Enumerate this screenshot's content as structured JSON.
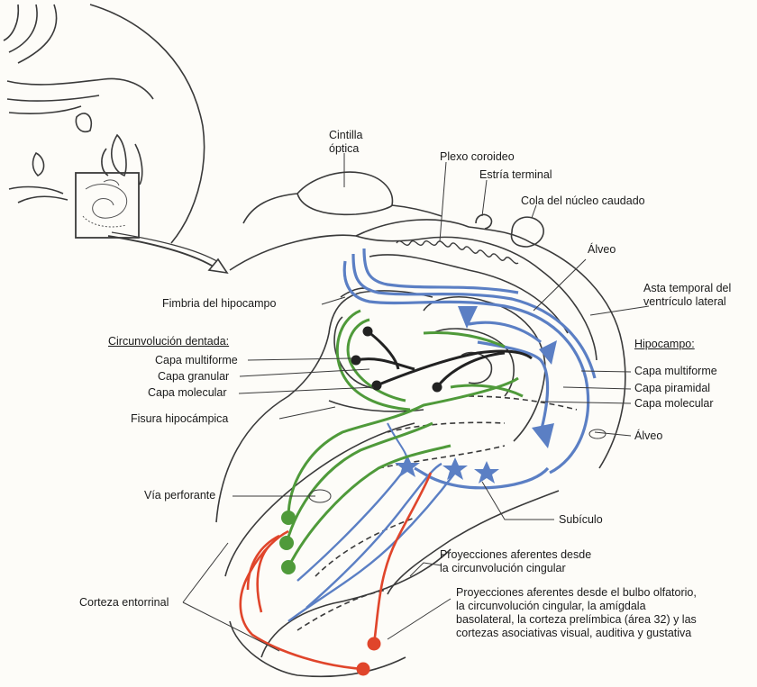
{
  "labels": {
    "cintilla_optica": "Cintilla\nóptica",
    "plexo_coroideo": "Plexo coroideo",
    "estria_terminal": "Estría terminal",
    "cola_nucleo_caudado": "Cola del núcleo caudado",
    "alveo_top": "Álveo",
    "asta_temporal": "Asta temporal del\nventrículo lateral",
    "fimbria": "Fimbria del hipocampo",
    "circunvolucion_dentada": "Circunvolución dentada:",
    "dg_capa_multiforme": "Capa multiforme",
    "dg_capa_granular": "Capa granular",
    "dg_capa_molecular": "Capa molecular",
    "fisura_hipocampica": "Fisura hipocámpica",
    "hipocampo": "Hipocampo:",
    "hc_capa_multiforme": "Capa multiforme",
    "hc_capa_piramidal": "Capa piramidal",
    "hc_capa_molecular": "Capa molecular",
    "alveo_right": "Álveo",
    "via_perforante": "Vía perforante",
    "subiculo": "Subículo",
    "proyecciones_cingular": "Proyecciones aferentes desde\nla circunvolución cingular",
    "proyecciones_bulbo": "Proyecciones aferentes desde el bulbo olfatorio,\nla circunvolución cingular, la amígdala\nbasolateral, la corteza prelímbica (área 32) y las\ncortezas asociativas visual, auditiva y gustativa",
    "corteza_entorrinal": "Corteza entorrinal"
  },
  "colors": {
    "outline": "#3a3a3a",
    "blue_pathway": "#5b7fc4",
    "green_pathway": "#4f9a3a",
    "red_pathway": "#e0452b",
    "black_neurons": "#222222"
  }
}
